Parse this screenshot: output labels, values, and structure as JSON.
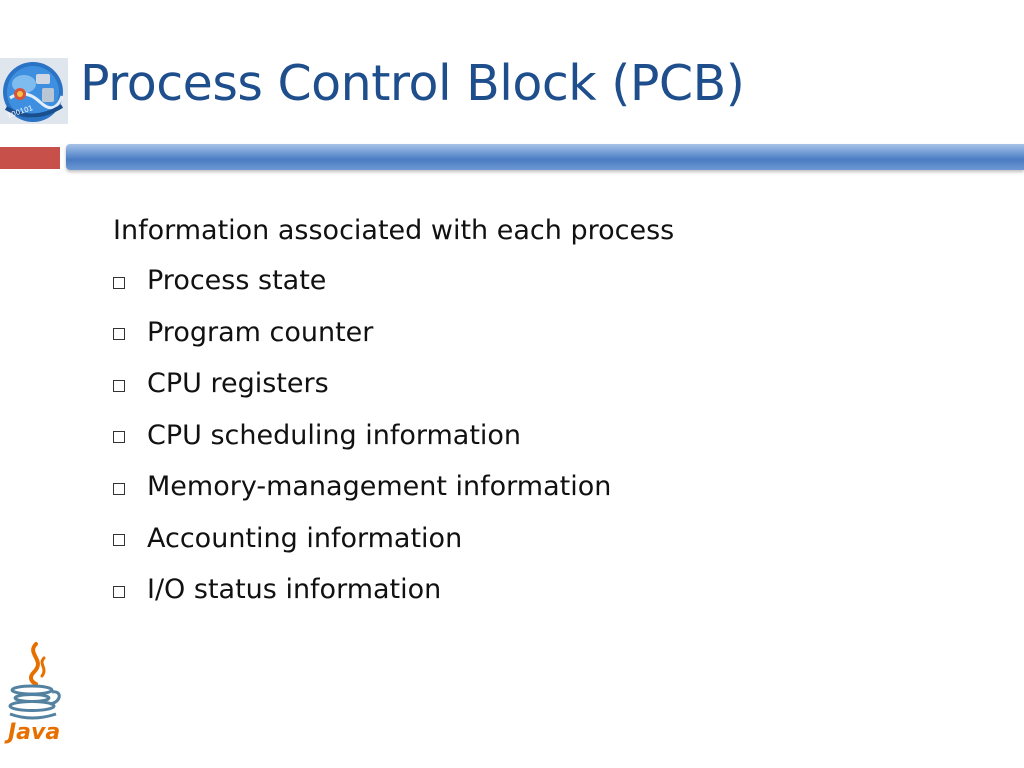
{
  "slide": {
    "title": "Process Control Block (PCB)",
    "intro": "Information associated with each process",
    "bullets": [
      "Process state",
      "Program counter",
      "CPU registers",
      "CPU scheduling information",
      "Memory-management information",
      "Accounting information",
      "I/O status information"
    ],
    "java_logo_text": "Java",
    "colors": {
      "title": "#1f4e8c",
      "accent_red": "#c8504b",
      "accent_blue": "#4a7cc3",
      "java_blue": "#5382a1",
      "java_red": "#e76f00"
    }
  }
}
